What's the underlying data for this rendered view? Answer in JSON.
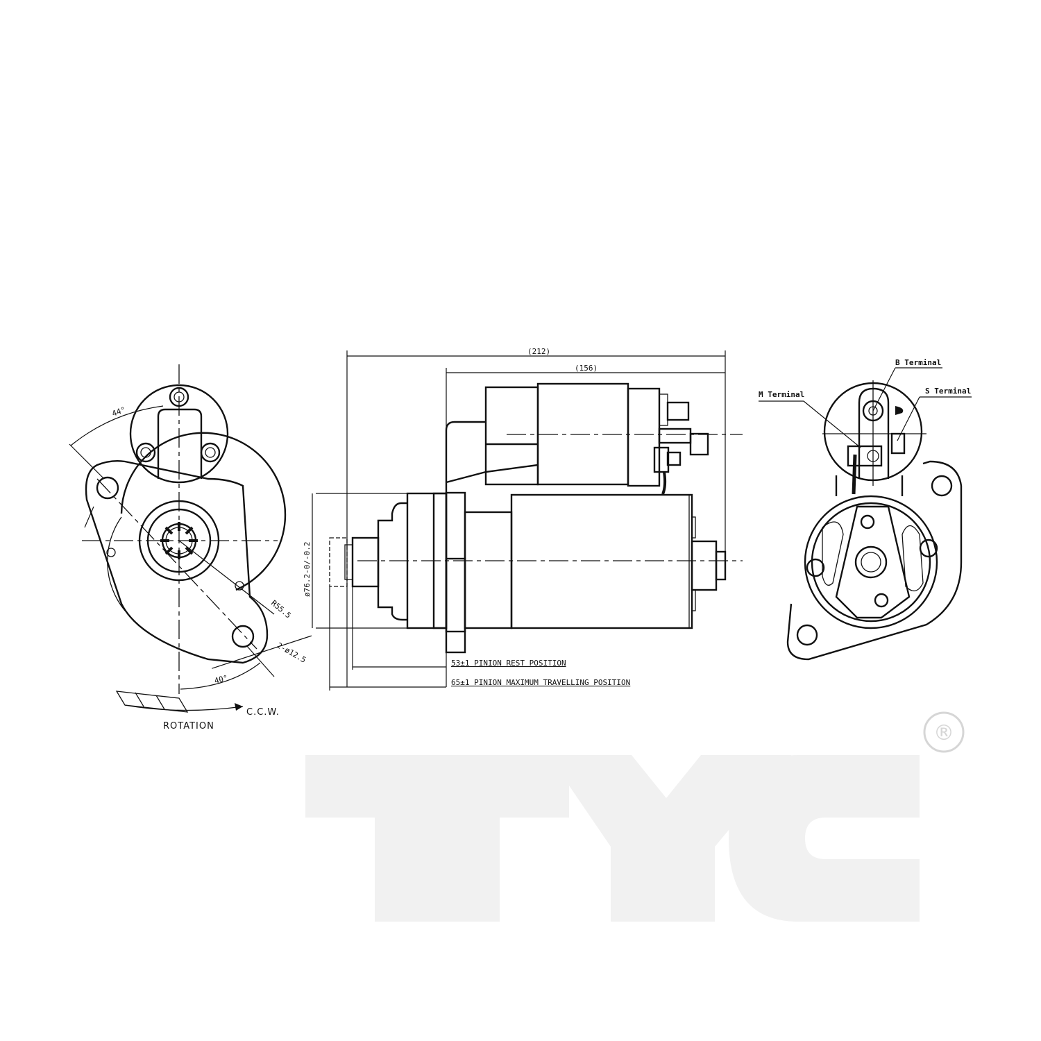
{
  "left_view": {
    "angle_top": "44°",
    "angle_bottom": "40°",
    "radius": "R55.5",
    "holes": "2-ø12.5",
    "rotation_dir": "C.C.W.",
    "rotation_label": "ROTATION"
  },
  "side_view": {
    "overall_length": "(212)",
    "body_length": "(156)",
    "diameter": "ø76.2-0/-0.2",
    "pinion_rest": "53±1 PINION REST POSITION",
    "pinion_max": "65±1 PINION MAXIMUM TRAVELLING POSITION"
  },
  "rear_view": {
    "b_terminal": "B Terminal",
    "s_terminal": "S Terminal",
    "m_terminal": "M Terminal"
  },
  "logo": {
    "text": "TYC",
    "registered": "®"
  }
}
